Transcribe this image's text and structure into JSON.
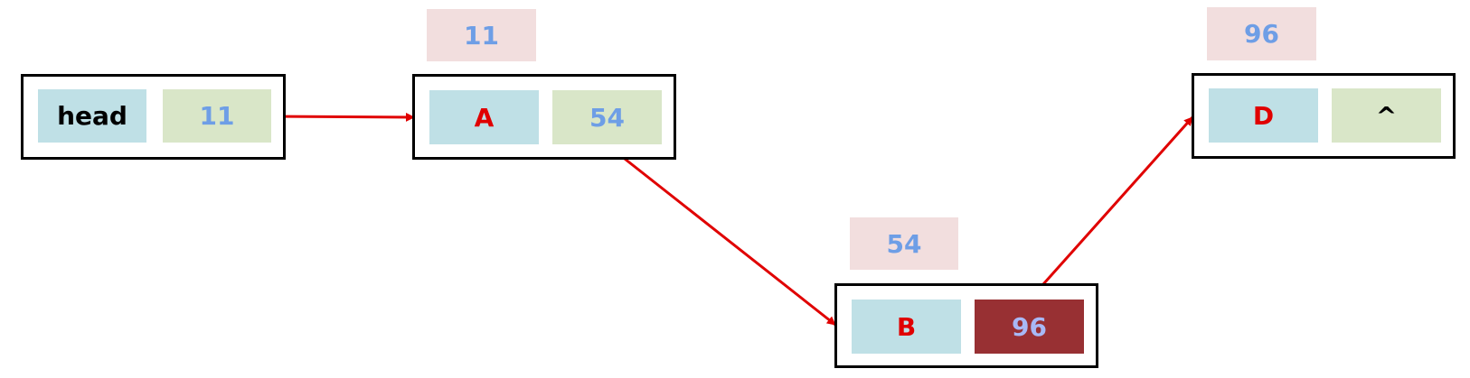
{
  "head": {
    "label": "head",
    "pointer": "11"
  },
  "nodes": [
    {
      "address": "11",
      "data": "A",
      "next": "54"
    },
    {
      "address": "54",
      "data": "B",
      "next": "96"
    },
    {
      "address": "96",
      "data": "D",
      "next": "^"
    }
  ],
  "colors": {
    "data_cell": "#bfe0e6",
    "pointer_cell": "#d9e6c8",
    "highlighted_pointer_cell": "#983033",
    "address_label_bg": "#f2dede",
    "arrow": "#e00000",
    "data_text": "#e00000",
    "pointer_text": "#6e9ee6"
  }
}
